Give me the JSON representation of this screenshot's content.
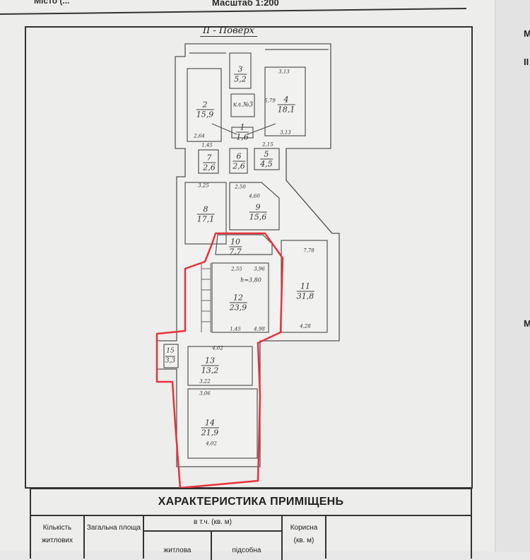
{
  "header": {
    "top_left_cut": "Місто (...",
    "scale": "Масштаб 1:200"
  },
  "plan": {
    "floor_label": "ІІ - Поверх",
    "highlight_color": "#e8323a",
    "rooms": [
      {
        "id": "1",
        "area": "1,6"
      },
      {
        "id": "2",
        "area": "15,9"
      },
      {
        "id": "3",
        "area": "5,2"
      },
      {
        "id": "4",
        "area": "18,1"
      },
      {
        "id": "5",
        "area": "4,5"
      },
      {
        "id": "6",
        "area": "2,6"
      },
      {
        "id": "7",
        "area": "2,6"
      },
      {
        "id": "8",
        "area": "17,1"
      },
      {
        "id": "9",
        "area": "15,6"
      },
      {
        "id": "10",
        "area": "7,7"
      },
      {
        "id": "11",
        "area": "31,8"
      },
      {
        "id": "12",
        "area": "23,9"
      },
      {
        "id": "13",
        "area": "13,2"
      },
      {
        "id": "14",
        "area": "21,9"
      },
      {
        "id": "15",
        "area": "3,3"
      }
    ],
    "stair_label": "кл.№3",
    "height_note": "h=3,80",
    "dimensions": [
      "3,13",
      "3,13",
      "5,79",
      "2,64",
      "1,45",
      "2,15",
      "3,25",
      "4,60",
      "2,50",
      "7,78",
      "4,28",
      "4,02",
      "3,22",
      "3,06",
      "4,02",
      "2,55",
      "3,96",
      "1,45",
      "4,98"
    ]
  },
  "table": {
    "title": "ХАРАКТЕРИСТИКА ПРИМІЩЕНЬ",
    "col_rooms": "Кількість житлових",
    "col_total": "Загальна площа",
    "col_incl": "в т.ч. (кв. м)",
    "col_living": "житлова",
    "col_aux": "підсобна",
    "col_useful": "Корисна (кв. м)"
  },
  "edge_letters": [
    "М",
    "ІІ",
    "М"
  ]
}
